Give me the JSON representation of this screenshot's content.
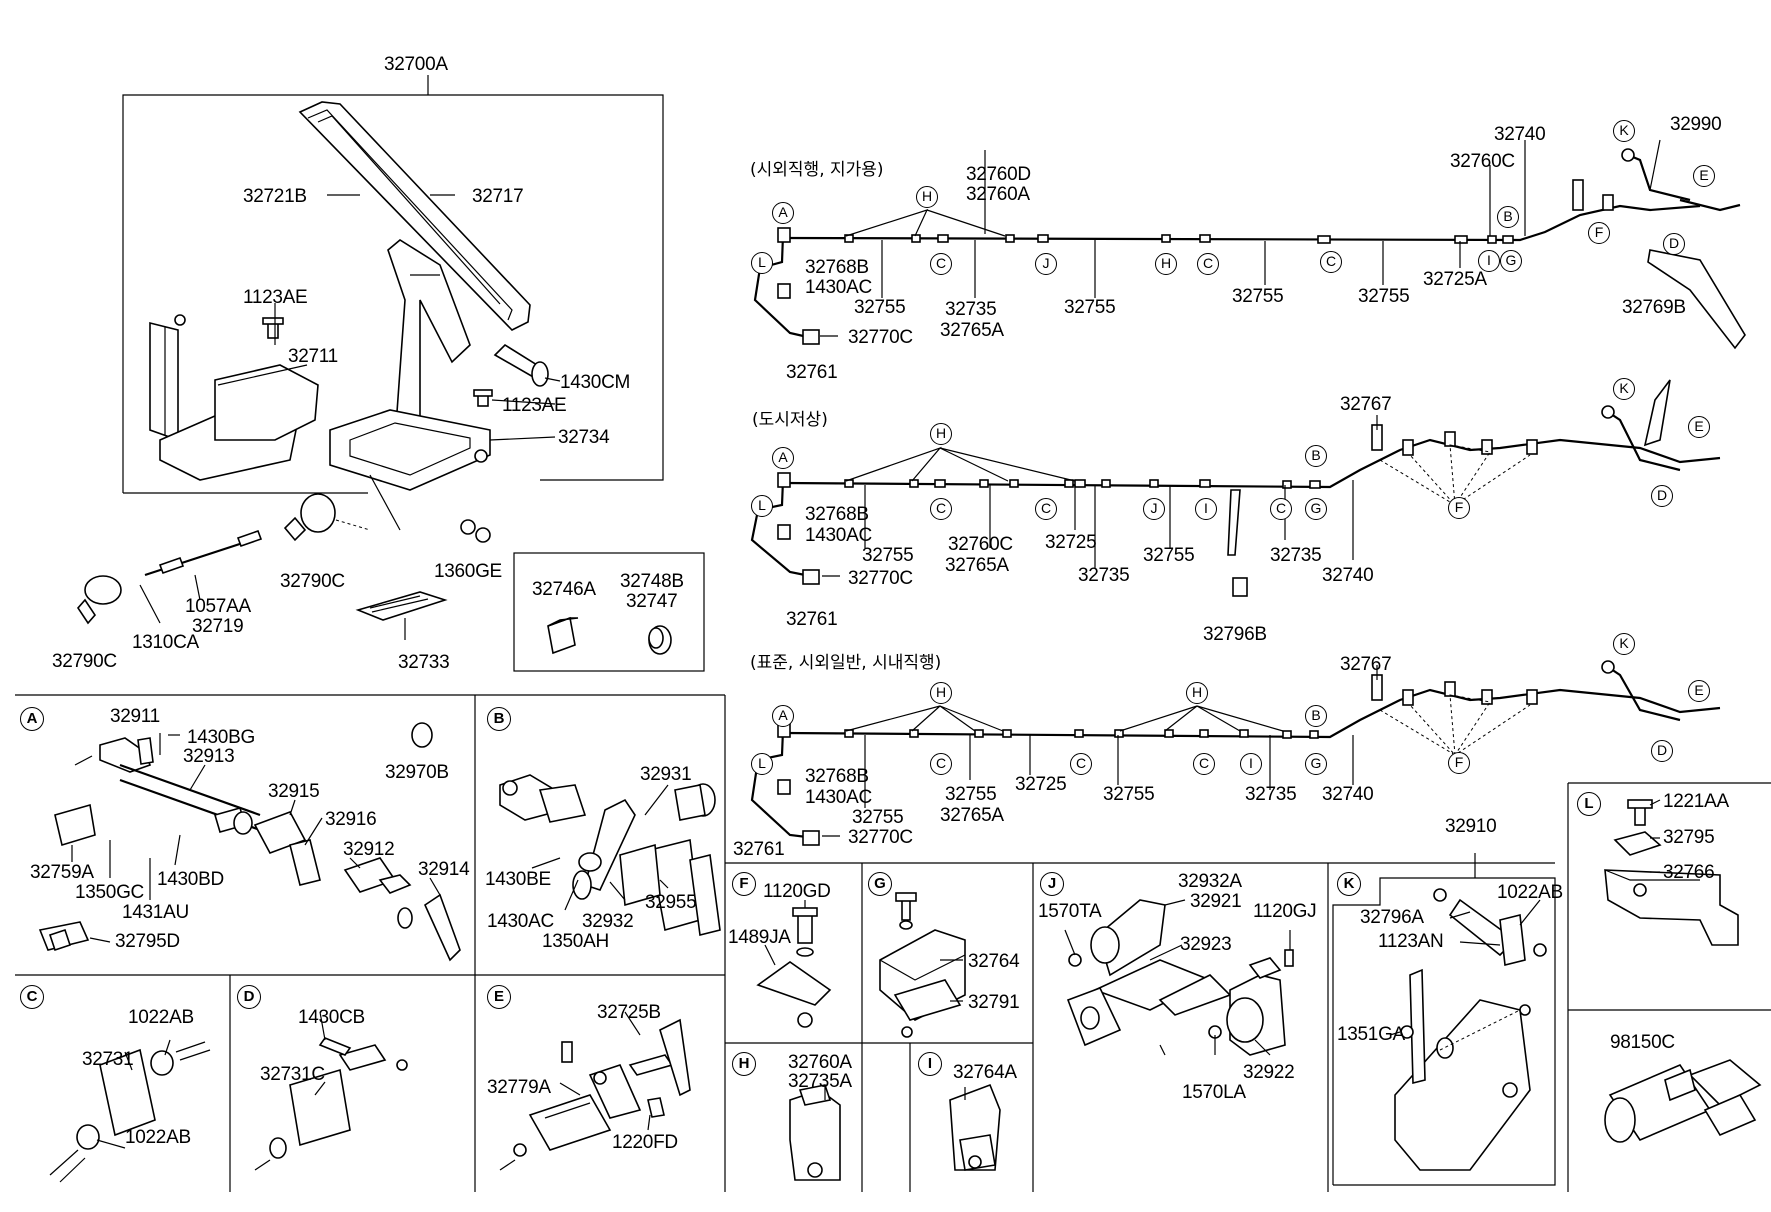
{
  "headers": {
    "h1": "(시외직행, 지가용)",
    "h2": "(도시저상)",
    "h3": "(표준, 시외일반, 시내직행)"
  },
  "sections": {
    "A": "A",
    "B": "B",
    "C": "C",
    "D": "D",
    "E": "E",
    "F": "F",
    "G": "G",
    "H": "H",
    "I": "I",
    "J": "J",
    "K": "K",
    "L": "L"
  },
  "pedal": {
    "p32700A": "32700A",
    "p32721B": "32721B",
    "p32717": "32717",
    "p1123AE_a": "1123AE",
    "p32711": "32711",
    "p1430CM": "1430CM",
    "p1123AE_b": "1123AE",
    "p32734": "32734",
    "p32790C_a": "32790C",
    "p1360GE": "1360GE",
    "p32790C_b": "32790C",
    "p1057AA": "1057AA",
    "p32719": "32719",
    "p1310CA": "1310CA",
    "p32733": "32733",
    "p32746A": "32746A",
    "p32748B": "32748B",
    "p32747": "32747"
  },
  "cable1": {
    "p32760D": "32760D",
    "p32760A": "32760A",
    "p32760C": "32760C",
    "p32740": "32740",
    "p32990": "32990",
    "p32768B": "32768B",
    "p1430AC": "1430AC",
    "p32755_a": "32755",
    "p32735": "32735",
    "p32765A": "32765A",
    "p32755_b": "32755",
    "p32755_c": "32755",
    "p32755_d": "32755",
    "p32725A": "32725A",
    "p32769B": "32769B",
    "p32770C": "32770C",
    "p32761": "32761"
  },
  "cable2": {
    "p32767": "32767",
    "p32768B": "32768B",
    "p1430AC": "1430AC",
    "p32755_a": "32755",
    "p32760C": "32760C",
    "p32765A": "32765A",
    "p32725": "32725",
    "p32735_a": "32735",
    "p32755_b": "32755",
    "p32735_b": "32735",
    "p32740": "32740",
    "p32770C": "32770C",
    "p32761": "32761",
    "p32796B": "32796B"
  },
  "cable3": {
    "p32767": "32767",
    "p32768B": "32768B",
    "p1430AC": "1430AC",
    "p32755_a": "32755",
    "p32755_b": "32755",
    "p32765A": "32765A",
    "p32725": "32725",
    "p32755_c": "32755",
    "p32735": "32735",
    "p32740": "32740",
    "p32761": "32761",
    "p32770C": "32770C"
  },
  "secA": {
    "p32911": "32911",
    "p1430BG": "1430BG",
    "p32913": "32913",
    "p32970B": "32970B",
    "p32915": "32915",
    "p32916": "32916",
    "p32912": "32912",
    "p32759A": "32759A",
    "p1350GC": "1350GC",
    "p1430BD": "1430BD",
    "p1431AU": "1431AU",
    "p32914": "32914",
    "p32795D": "32795D"
  },
  "secB": {
    "p32931": "32931",
    "p1430BE": "1430BE",
    "p1430AC": "1430AC",
    "p32932": "32932",
    "p32955": "32955",
    "p1350AH": "1350AH"
  },
  "secC": {
    "p1022AB_a": "1022AB",
    "p32731": "32731",
    "p1022AB_b": "1022AB"
  },
  "secD": {
    "p1430CB": "1430CB",
    "p32731C": "32731C"
  },
  "secE": {
    "p32725B": "32725B",
    "p32779A": "32779A",
    "p1220FD": "1220FD"
  },
  "secF": {
    "p1120GD": "1120GD",
    "p1489JA": "1489JA"
  },
  "secG": {
    "p32764": "32764",
    "p32791": "32791"
  },
  "secH": {
    "p32760A": "32760A",
    "p32735A": "32735A"
  },
  "secI": {
    "p32764A": "32764A"
  },
  "secJ": {
    "p32932A": "32932A",
    "p32921": "32921",
    "p1570TA": "1570TA",
    "p1120GJ": "1120GJ",
    "p32923": "32923",
    "p1570LA": "1570LA",
    "p32922": "32922"
  },
  "secK": {
    "p32910": "32910",
    "p1022AB": "1022AB",
    "p32796A": "32796A",
    "p1123AN": "1123AN",
    "p1351GA": "1351GA"
  },
  "secL": {
    "p1221AA": "1221AA",
    "p32795": "32795",
    "p32766": "32766"
  },
  "extra": {
    "p98150C": "98150C"
  }
}
